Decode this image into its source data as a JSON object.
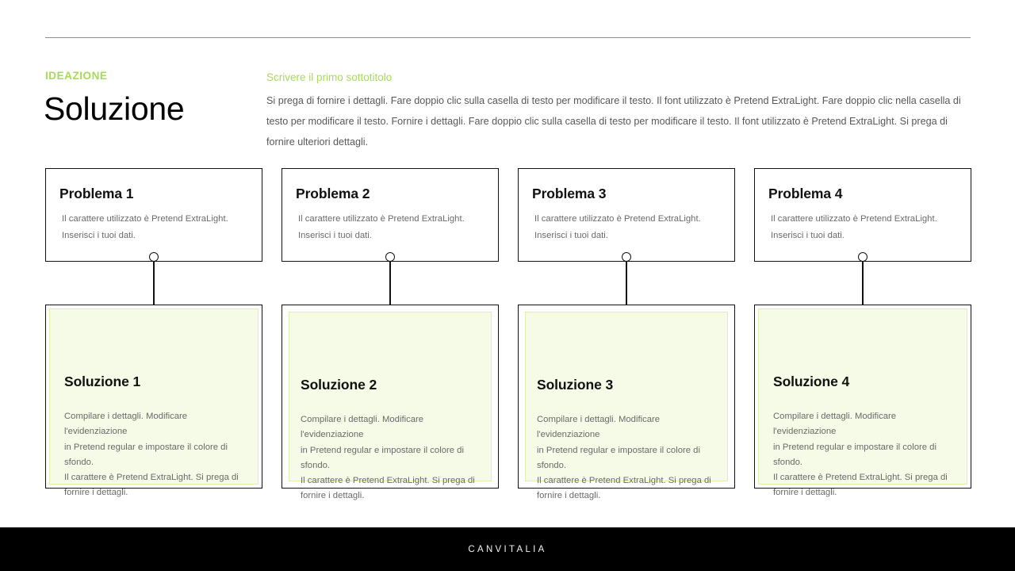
{
  "header": {
    "eyebrow": "IDEAZIONE",
    "title": "Soluzione",
    "subtitle": "Scrivere il primo sottotitolo",
    "intro": "Si prega di fornire i dettagli. Fare doppio clic sulla casella di testo per modificare il testo. Il font utilizzato è Pretend ExtraLight. Fare doppio clic nella casella di testo per modificare il testo. Fornire i dettagli. Fare doppio clic sulla casella di testo per modificare il testo. Il font utilizzato è Pretend ExtraLight. Si prega di fornire ulteriori dettagli."
  },
  "columns": [
    {
      "problem": {
        "title": "Problema 1",
        "line1": "Il carattere utilizzato è Pretend ExtraLight.",
        "line2": "Inserisci i tuoi dati."
      },
      "solution": {
        "title": "Soluzione 1",
        "line1": "Compilare i dettagli. Modificare l'evidenziazione",
        "line2": "in Pretend regular e impostare il colore di sfondo.",
        "line3": "Il carattere è Pretend ExtraLight. Si prega di",
        "line4": "fornire i dettagli."
      }
    },
    {
      "problem": {
        "title": "Problema 2",
        "line1": "Il carattere utilizzato è Pretend ExtraLight.",
        "line2": "Inserisci i tuoi dati."
      },
      "solution": {
        "title": "Soluzione 2",
        "line1": "Compilare i dettagli. Modificare l'evidenziazione",
        "line2": "in Pretend regular e impostare il colore di sfondo.",
        "line3": "Il carattere è Pretend ExtraLight. Si prega di",
        "line4": "fornire i dettagli."
      }
    },
    {
      "problem": {
        "title": "Problema 3",
        "line1": "Il carattere utilizzato è Pretend ExtraLight.",
        "line2": "Inserisci i tuoi dati."
      },
      "solution": {
        "title": "Soluzione 3",
        "line1": "Compilare i dettagli. Modificare l'evidenziazione",
        "line2": "in Pretend regular e impostare il colore di sfondo.",
        "line3": "Il carattere è Pretend ExtraLight. Si prega di",
        "line4": "fornire i dettagli."
      }
    },
    {
      "problem": {
        "title": "Problema 4",
        "line1": "Il carattere utilizzato è Pretend ExtraLight.",
        "line2": "Inserisci i tuoi dati."
      },
      "solution": {
        "title": "Soluzione 4",
        "line1": "Compilare i dettagli. Modificare l'evidenziazione",
        "line2": "in Pretend regular e impostare il colore di sfondo.",
        "line3": "Il carattere è Pretend ExtraLight. Si prega di",
        "line4": "fornire i dettagli."
      }
    }
  ],
  "footer": {
    "brand": "CANVITALIA"
  },
  "colors": {
    "accent_green": "#a6d957",
    "subtitle_green": "#aada5c",
    "solution_fill": "#f5fbe6",
    "solution_fill_border": "#dff0ac",
    "card_border": "#111111",
    "footer_bg": "#000000",
    "rule": "#8d8d8d"
  }
}
